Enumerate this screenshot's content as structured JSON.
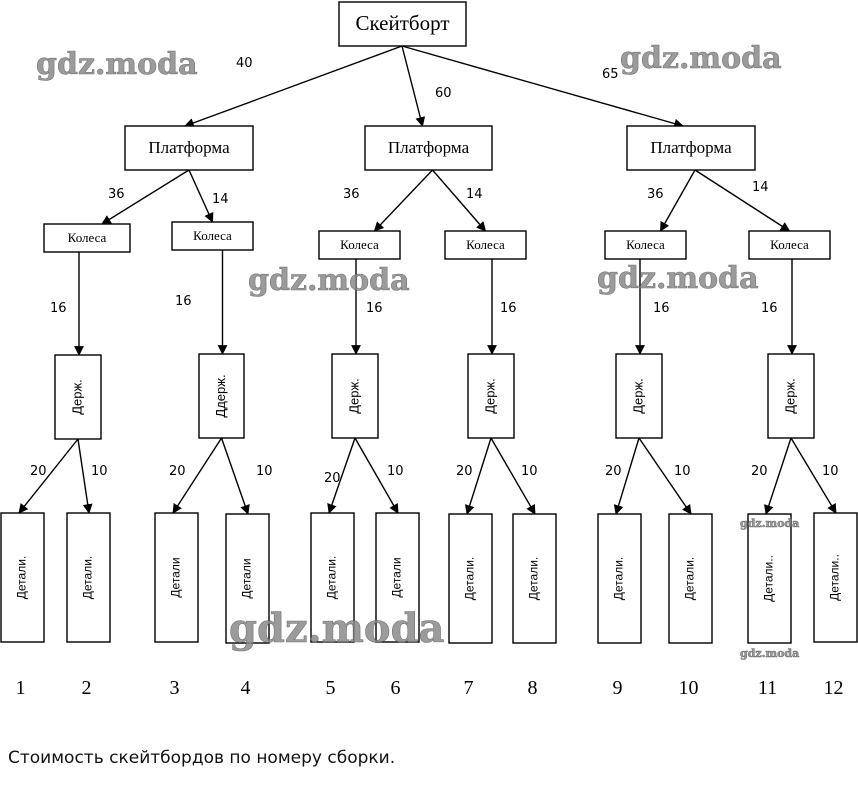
{
  "root": {
    "label": "Скейтборт"
  },
  "platforms": [
    {
      "label": "Платформа",
      "edge_weight": "40",
      "wheels": [
        {
          "label": "Колеса",
          "edge_weight": "36",
          "holder": {
            "label": "Держ.",
            "edge_weight": "16",
            "details": [
              {
                "label": "Детали.",
                "edge_weight": "20",
                "number": "1"
              },
              {
                "label": "Детали.",
                "edge_weight": "10",
                "number": "2"
              }
            ]
          }
        },
        {
          "label": "Колеса",
          "edge_weight": "14",
          "holder": {
            "label": "Ддерж.",
            "edge_weight": "16",
            "details": [
              {
                "label": "Детали",
                "edge_weight": "20",
                "number": "3"
              },
              {
                "label": "Детали",
                "edge_weight": "10",
                "number": "4"
              }
            ]
          }
        }
      ]
    },
    {
      "label": "Платформа",
      "edge_weight": "60",
      "wheels": [
        {
          "label": "Колеса",
          "edge_weight": "36",
          "holder": {
            "label": "Держ.",
            "edge_weight": "16",
            "details": [
              {
                "label": "Детали.",
                "edge_weight": "20",
                "number": "5"
              },
              {
                "label": "Детали",
                "edge_weight": "10",
                "number": "6"
              }
            ]
          }
        },
        {
          "label": "Колеса",
          "edge_weight": "14",
          "holder": {
            "label": "Держ.",
            "edge_weight": "16",
            "details": [
              {
                "label": "Детали.",
                "edge_weight": "20",
                "number": "7"
              },
              {
                "label": "Детали.",
                "edge_weight": "10",
                "number": "8"
              }
            ]
          }
        }
      ]
    },
    {
      "label": "Платформа",
      "edge_weight": "65",
      "wheels": [
        {
          "label": "Колеса",
          "edge_weight": "36",
          "holder": {
            "label": "Держ.",
            "edge_weight": "16",
            "details": [
              {
                "label": "Детали.",
                "edge_weight": "20",
                "number": "9"
              },
              {
                "label": "Детали.",
                "edge_weight": "10",
                "number": "10"
              }
            ]
          }
        },
        {
          "label": "Колеса",
          "edge_weight": "14",
          "holder": {
            "label": "Держ.",
            "edge_weight": "16",
            "details": [
              {
                "label": "Детали..",
                "edge_weight": "20",
                "number": "11"
              },
              {
                "label": "Детали..",
                "edge_weight": "10",
                "number": "12"
              }
            ]
          }
        }
      ]
    }
  ],
  "watermarks": [
    "gdz.moda",
    "gdz.moda",
    "gdz.moda",
    "gdz.moda",
    "gdz.moda",
    "gdz.moda",
    "gdz.moda"
  ],
  "caption": "Стоимость скейтбордов по номеру сборки."
}
